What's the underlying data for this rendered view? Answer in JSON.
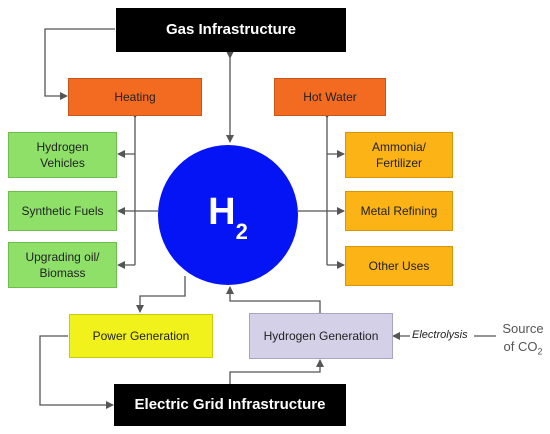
{
  "top_box": {
    "label": "Gas Infrastructure"
  },
  "bottom_box": {
    "label": "Electric Grid Infrastructure"
  },
  "center": {
    "main": "H",
    "sub": "2"
  },
  "left_uses": [
    {
      "label": "Heating"
    },
    {
      "label": "Hydrogen\nVehicles"
    },
    {
      "label": "Synthetic Fuels"
    },
    {
      "label": "Upgrading oil/\nBiomass"
    }
  ],
  "right_uses": [
    {
      "label": "Hot Water"
    },
    {
      "label": "Ammonia/\nFertilizer"
    },
    {
      "label": "Metal Refining"
    },
    {
      "label": "Other Uses"
    }
  ],
  "power_generation": {
    "label": "Power Generation"
  },
  "hydrogen_generation": {
    "label": "Hydrogen Generation"
  },
  "electrolysis": {
    "label": "Electrolysis"
  },
  "co2_source": {
    "line1": "Source",
    "line2": "of CO",
    "sub": "2"
  },
  "colors": {
    "black": "#000000",
    "orange": "#f26b21",
    "green": "#8ee068",
    "amber": "#fbb315",
    "yellow": "#f1f21c",
    "lilac": "#d4d0e8",
    "blue": "#0514f5",
    "line": "#555555"
  }
}
